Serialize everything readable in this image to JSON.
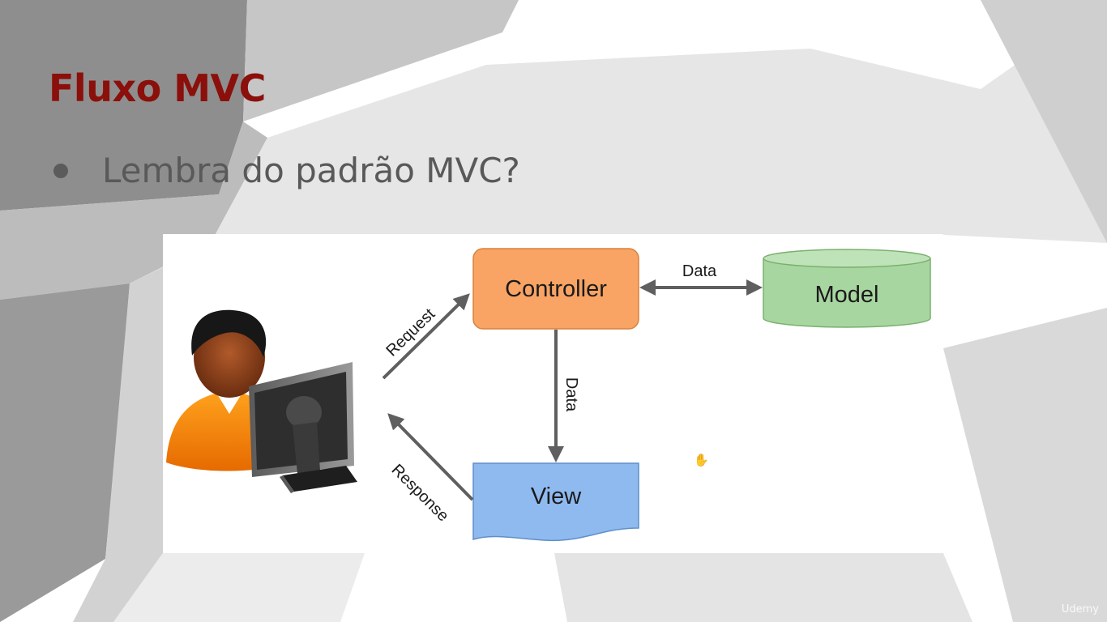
{
  "slide": {
    "title": "Fluxo MVC",
    "bullet": "Lembra do padrão MVC?"
  },
  "diagram": {
    "nodes": {
      "controller": "Controller",
      "model": "Model",
      "view": "View"
    },
    "edges": {
      "request": "Request",
      "response": "Response",
      "controller_model": "Data",
      "controller_view": "Data"
    }
  },
  "watermark": "Udemy",
  "colors": {
    "title": "#8b0f0a",
    "controller_fill": "#f9a464",
    "model_fill": "#a8d6a0",
    "view_fill": "#8fbaf0",
    "arrow": "#5f5f5f"
  },
  "icons": {
    "user_at_computer": "user-at-computer-icon",
    "cursor": "hand-cursor-icon"
  }
}
